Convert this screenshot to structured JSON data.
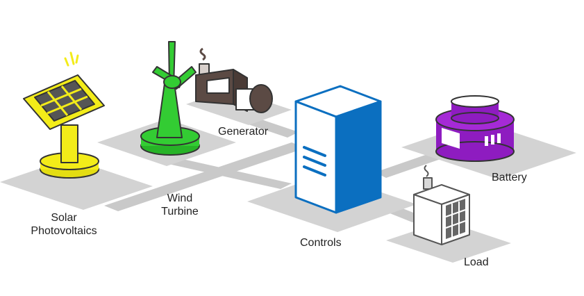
{
  "components": {
    "solar": {
      "line1": "Solar",
      "line2": "Photovoltaics"
    },
    "wind": {
      "line1": "Wind",
      "line2": "Turbine"
    },
    "generator": {
      "label": "Generator"
    },
    "controls": {
      "label": "Controls"
    },
    "battery": {
      "label": "Battery"
    },
    "load": {
      "label": "Load"
    }
  },
  "colors": {
    "ground": "#d2d2d2",
    "path": "#c8c8c8",
    "solar": "#f3ec19",
    "wind": "#33cc33",
    "generator": "#5b4a44",
    "controls": "#0b6fc0",
    "battery": "#8e1cc0",
    "load_outline": "#555555",
    "outline": "#333333"
  },
  "icons": {
    "solar": "solar-panel-icon",
    "wind": "wind-turbine-icon",
    "generator": "generator-icon",
    "controls": "controls-cabinet-icon",
    "battery": "battery-icon",
    "load": "building-icon"
  }
}
